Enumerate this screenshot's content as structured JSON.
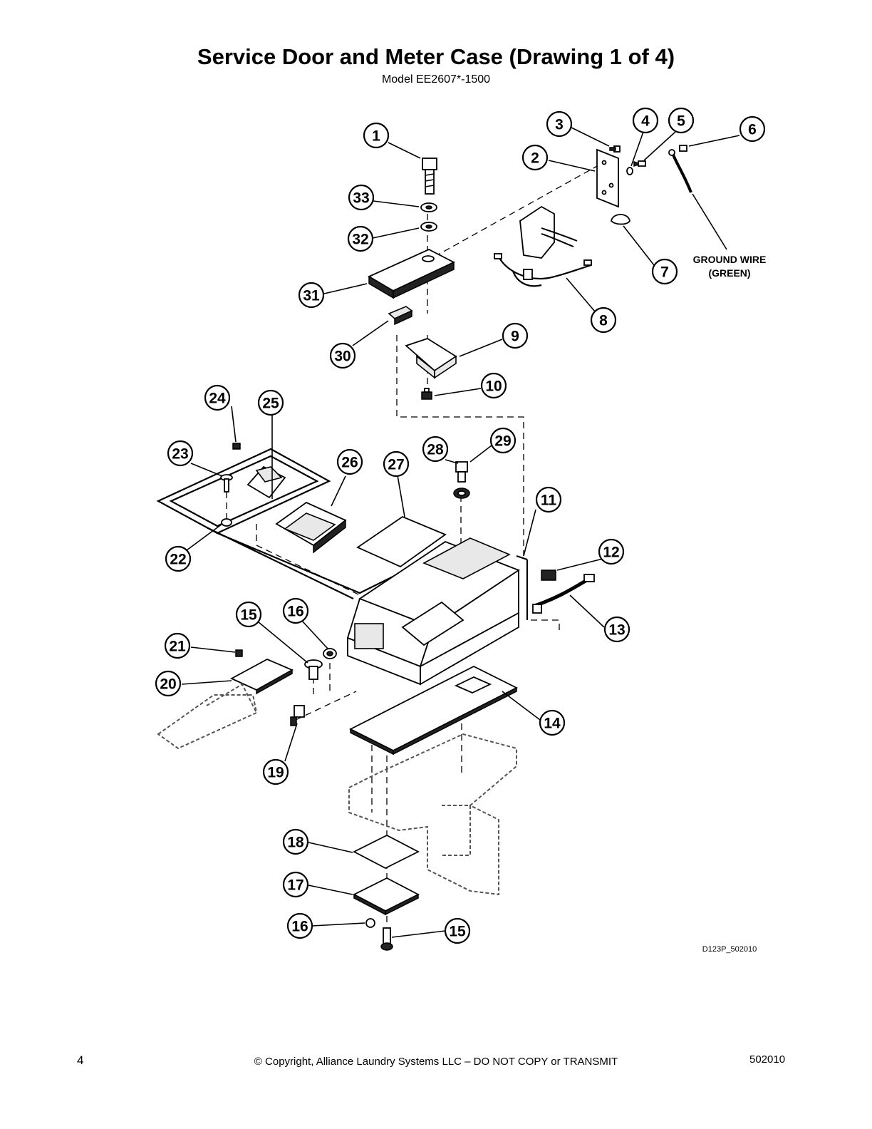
{
  "header": {
    "title": "Service Door and Meter Case (Drawing 1 of 4)",
    "subtitle": "Model EE2607*-1500"
  },
  "diagram": {
    "callouts": [
      "1",
      "2",
      "3",
      "4",
      "5",
      "6",
      "7",
      "8",
      "9",
      "10",
      "11",
      "12",
      "13",
      "14",
      "15",
      "15",
      "16",
      "16",
      "17",
      "18",
      "19",
      "20",
      "21",
      "22",
      "23",
      "24",
      "25",
      "26",
      "27",
      "28",
      "29",
      "30",
      "31",
      "32",
      "33"
    ],
    "ground_wire_label_line1": "GROUND WIRE",
    "ground_wire_label_line2": "(GREEN)",
    "drawing_code": "D123P_502010"
  },
  "footer": {
    "page_number": "4",
    "copyright": "© Copyright, Alliance Laundry Systems LLC – DO NOT COPY or TRANSMIT",
    "doc_number": "502010"
  }
}
